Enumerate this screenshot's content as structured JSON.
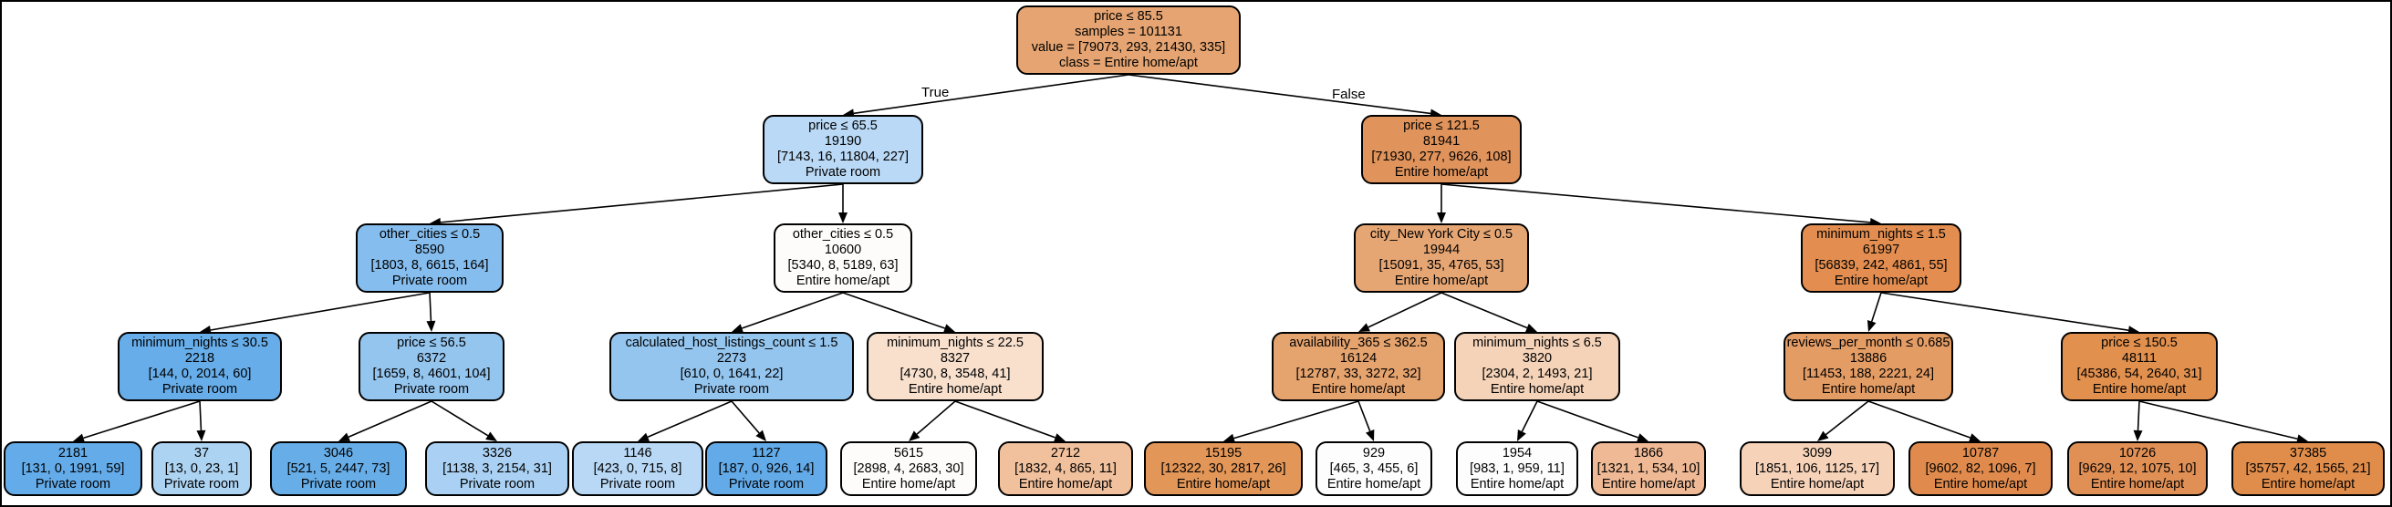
{
  "edge_labels": {
    "true_label": "True",
    "false_label": "False"
  },
  "colors": {
    "c0": "#e5a471",
    "c1": "#bad9f6",
    "c2": "#e0935b",
    "c3": "#85bdee",
    "c4": "#fefcfa",
    "c5": "#e6a674",
    "c6": "#e38e50",
    "c7": "#66ade9",
    "c8": "#94c5ef",
    "c9": "#94c5ef",
    "c10": "#f8e0cd",
    "c11": "#e5a36e",
    "c12": "#f5d3b8",
    "c13": "#e49c65",
    "c14": "#e2904e",
    "c15": "#64abe9",
    "c16": "#add3f3",
    "c17": "#67aee9",
    "c18": "#aad1f3",
    "c19": "#b8d8f5",
    "c20": "#63aae8",
    "c21": "#fefcfa",
    "c22": "#f1c09c",
    "c23": "#e29658",
    "c24": "#fdfdfd",
    "c25": "#fdfdfd",
    "c26": "#efb995",
    "c27": "#f5d2b8",
    "c28": "#e08b4d",
    "c29": "#e08f55",
    "c30": "#e08d4b"
  },
  "nodes": [
    {
      "lines": [
        "price ≤ 85.5",
        "samples = 101131",
        "value = [79073, 293, 21430, 335]",
        "class = Entire home/apt"
      ]
    },
    {
      "lines": [
        "price ≤ 65.5",
        "19190",
        "[7143, 16, 11804, 227]",
        "Private room"
      ]
    },
    {
      "lines": [
        "price ≤ 121.5",
        "81941",
        "[71930, 277, 9626, 108]",
        "Entire home/apt"
      ]
    },
    {
      "lines": [
        "other_cities ≤ 0.5",
        "8590",
        "[1803, 8, 6615, 164]",
        "Private room"
      ]
    },
    {
      "lines": [
        "other_cities ≤ 0.5",
        "10600",
        "[5340, 8, 5189, 63]",
        "Entire home/apt"
      ]
    },
    {
      "lines": [
        "city_New York City ≤ 0.5",
        "19944",
        "[15091, 35, 4765, 53]",
        "Entire home/apt"
      ]
    },
    {
      "lines": [
        "minimum_nights ≤ 1.5",
        "61997",
        "[56839, 242, 4861, 55]",
        "Entire home/apt"
      ]
    },
    {
      "lines": [
        "minimum_nights ≤ 30.5",
        "2218",
        "[144, 0, 2014, 60]",
        "Private room"
      ]
    },
    {
      "lines": [
        "price ≤ 56.5",
        "6372",
        "[1659, 8, 4601, 104]",
        "Private room"
      ]
    },
    {
      "lines": [
        "calculated_host_listings_count ≤ 1.5",
        "2273",
        "[610, 0, 1641, 22]",
        "Private room"
      ]
    },
    {
      "lines": [
        "minimum_nights ≤ 22.5",
        "8327",
        "[4730, 8, 3548, 41]",
        "Entire home/apt"
      ]
    },
    {
      "lines": [
        "availability_365 ≤ 362.5",
        "16124",
        "[12787, 33, 3272, 32]",
        "Entire home/apt"
      ]
    },
    {
      "lines": [
        "minimum_nights ≤ 6.5",
        "3820",
        "[2304, 2, 1493, 21]",
        "Entire home/apt"
      ]
    },
    {
      "lines": [
        "reviews_per_month ≤ 0.685",
        "13886",
        "[11453, 188, 2221, 24]",
        "Entire home/apt"
      ]
    },
    {
      "lines": [
        "price ≤ 150.5",
        "48111",
        "[45386, 54, 2640, 31]",
        "Entire home/apt"
      ]
    },
    {
      "lines": [
        "2181",
        "[131, 0, 1991, 59]",
        "Private room"
      ]
    },
    {
      "lines": [
        "37",
        "[13, 0, 23, 1]",
        "Private room"
      ]
    },
    {
      "lines": [
        "3046",
        "[521, 5, 2447, 73]",
        "Private room"
      ]
    },
    {
      "lines": [
        "3326",
        "[1138, 3, 2154, 31]",
        "Private room"
      ]
    },
    {
      "lines": [
        "1146",
        "[423, 0, 715, 8]",
        "Private room"
      ]
    },
    {
      "lines": [
        "1127",
        "[187, 0, 926, 14]",
        "Private room"
      ]
    },
    {
      "lines": [
        "5615",
        "[2898, 4, 2683, 30]",
        "Entire home/apt"
      ]
    },
    {
      "lines": [
        "2712",
        "[1832, 4, 865, 11]",
        "Entire home/apt"
      ]
    },
    {
      "lines": [
        "15195",
        "[12322, 30, 2817, 26]",
        "Entire home/apt"
      ]
    },
    {
      "lines": [
        "929",
        "[465, 3, 455, 6]",
        "Entire home/apt"
      ]
    },
    {
      "lines": [
        "1954",
        "[983, 1, 959, 11]",
        "Entire home/apt"
      ]
    },
    {
      "lines": [
        "1866",
        "[1321, 1, 534, 10]",
        "Entire home/apt"
      ]
    },
    {
      "lines": [
        "3099",
        "[1851, 106, 1125, 17]",
        "Entire home/apt"
      ]
    },
    {
      "lines": [
        "10787",
        "[9602, 82, 1096, 7]",
        "Entire home/apt"
      ]
    },
    {
      "lines": [
        "10726",
        "[9629, 12, 1075, 10]",
        "Entire home/apt"
      ]
    },
    {
      "lines": [
        "37385",
        "[35757, 42, 1565, 21]",
        "Entire home/apt"
      ]
    }
  ]
}
